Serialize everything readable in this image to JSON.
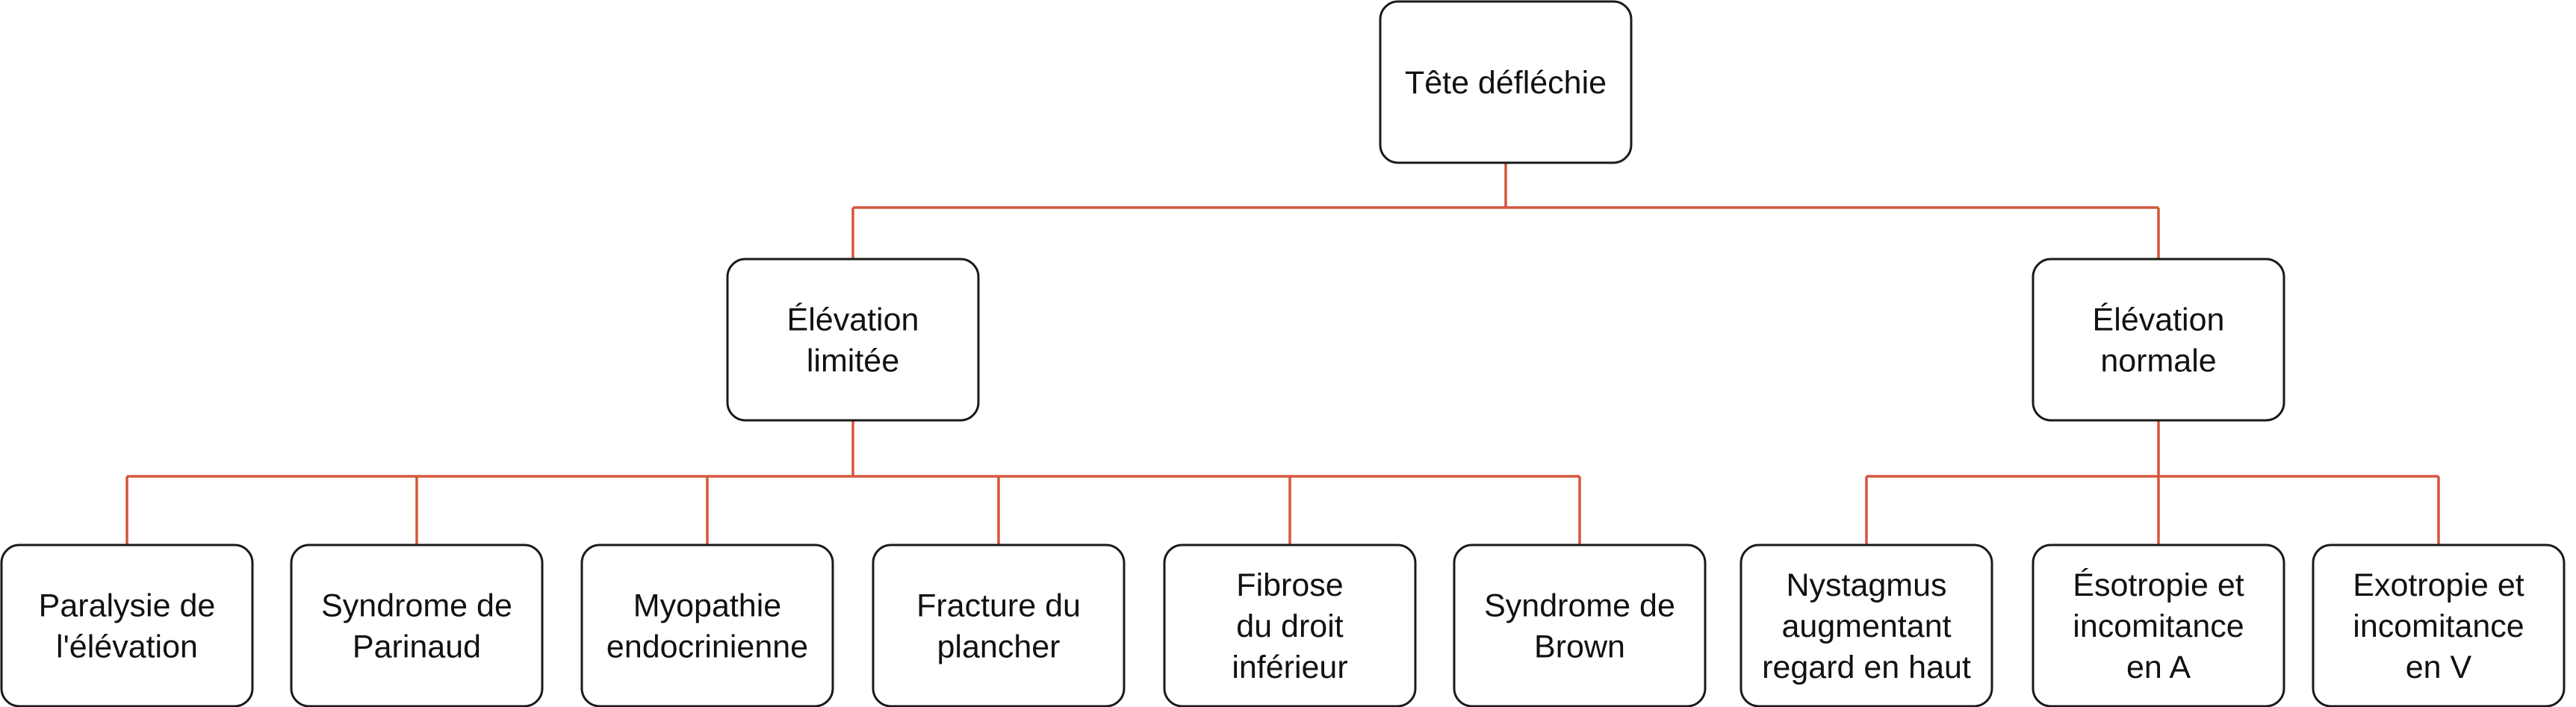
{
  "colors": {
    "connector": "#d4573d",
    "node_border": "#1a1a1a",
    "text": "#111111",
    "background": "#ffffff"
  },
  "diagram": {
    "root": {
      "id": "root",
      "lines": [
        "Tête défléchie"
      ]
    },
    "branches": [
      {
        "id": "limited",
        "lines": [
          "Élévation",
          "limitée"
        ],
        "children": [
          {
            "id": "paralysie",
            "lines": [
              "Paralysie de",
              "l'élévation"
            ]
          },
          {
            "id": "parinaud",
            "lines": [
              "Syndrome de",
              "Parinaud"
            ]
          },
          {
            "id": "myopathie",
            "lines": [
              "Myopathie",
              "endocrinienne"
            ]
          },
          {
            "id": "fracture",
            "lines": [
              "Fracture du",
              "plancher"
            ]
          },
          {
            "id": "fibrose",
            "lines": [
              "Fibrose",
              "du droit",
              "inférieur"
            ]
          },
          {
            "id": "brown",
            "lines": [
              "Syndrome de",
              "Brown"
            ]
          }
        ]
      },
      {
        "id": "normal",
        "lines": [
          "Élévation",
          "normale"
        ],
        "children": [
          {
            "id": "nystagmus",
            "lines": [
              "Nystagmus",
              "augmentant",
              "regard en haut"
            ]
          },
          {
            "id": "esotropie",
            "lines": [
              "Ésotropie et",
              "incomitance",
              "en A"
            ]
          },
          {
            "id": "exotropie",
            "lines": [
              "Exotropie et",
              "incomitance",
              "en V"
            ]
          }
        ]
      }
    ]
  }
}
